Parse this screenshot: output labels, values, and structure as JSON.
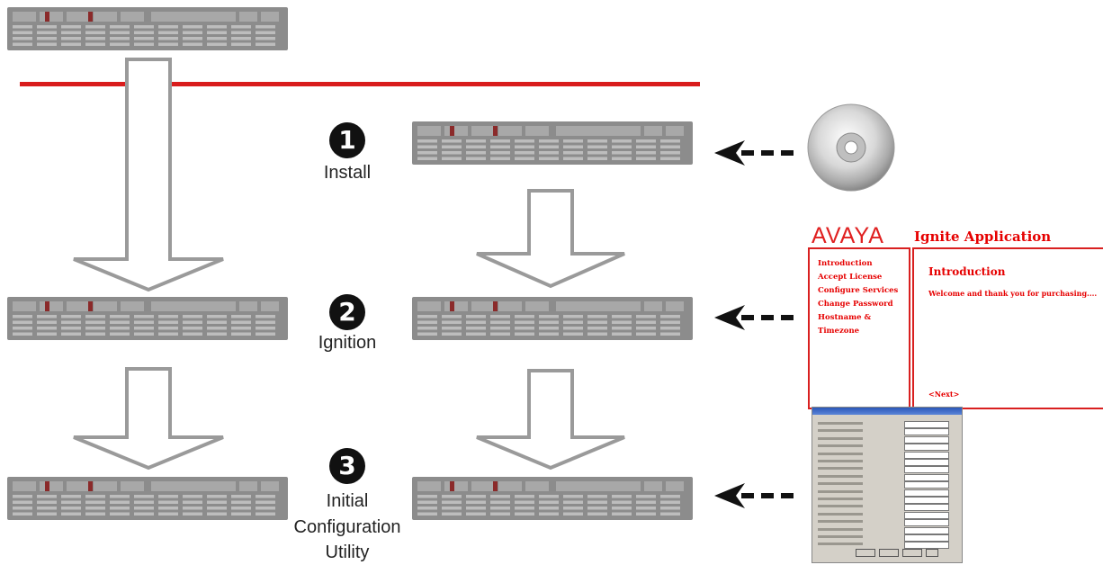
{
  "steps": [
    {
      "number": "1",
      "label": "Install"
    },
    {
      "number": "2",
      "label": "Ignition"
    },
    {
      "number": "3",
      "label_lines": [
        "Initial",
        "Configuration",
        "Utility"
      ]
    }
  ],
  "ignite_screen": {
    "brand": "AVAYA",
    "title": "Ignite Application",
    "menu": [
      "Introduction",
      "Accept License",
      "Configure Services",
      "Change Password",
      "Hostname & Timezone"
    ],
    "content_heading": "Introduction",
    "content_text": "Welcome and thank you for purchasing....",
    "next_label": "<Next>"
  },
  "colors": {
    "divider": "#d91c1c",
    "arrow_outline": "#9a9a9a",
    "server": "#8c8c8c",
    "accent_red": "#d92020"
  },
  "icons": [
    "server-unit",
    "cd-disc-icon",
    "hollow-down-arrow",
    "dashed-left-arrow"
  ]
}
